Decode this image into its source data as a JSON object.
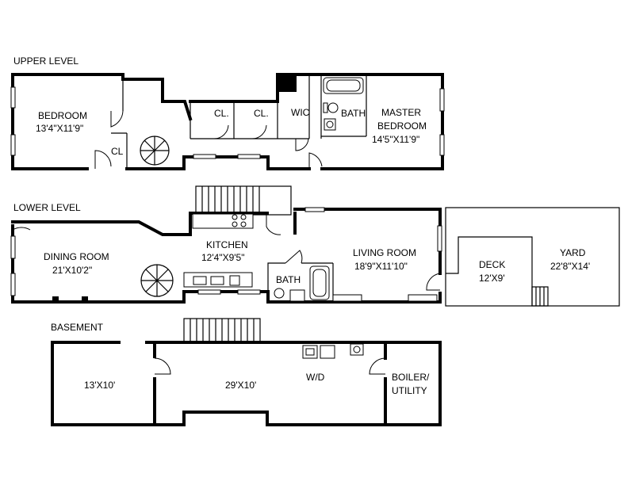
{
  "levels": {
    "upper": "UPPER LEVEL",
    "lower": "LOWER LEVEL",
    "basement": "BASEMENT"
  },
  "upper": {
    "bedroom_name": "BEDROOM",
    "bedroom_size": "13'4\"X11'9\"",
    "cl1": "CL",
    "cl2": "CL.",
    "cl3": "CL.",
    "wic": "WIC",
    "bath": "BATH",
    "master_line1": "MASTER",
    "master_line2": "BEDROOM",
    "master_size": "14'5\"X11'9\""
  },
  "lower": {
    "dining_name": "DINING ROOM",
    "dining_size": "21'X10'2\"",
    "kitchen_name": "KITCHEN",
    "kitchen_size": "12'4\"X9'5\"",
    "bath": "BATH",
    "living_name": "LIVING ROOM",
    "living_size": "18'9\"X11'10\"",
    "deck_name": "DECK",
    "deck_size": "12'X9'",
    "yard_name": "YARD",
    "yard_size": "22'8\"X14'"
  },
  "basement": {
    "room1_size": "13'X10'",
    "room2_size": "29'X10'",
    "wd": "W/D",
    "boiler_line1": "BOILER/",
    "boiler_line2": "UTILITY"
  }
}
